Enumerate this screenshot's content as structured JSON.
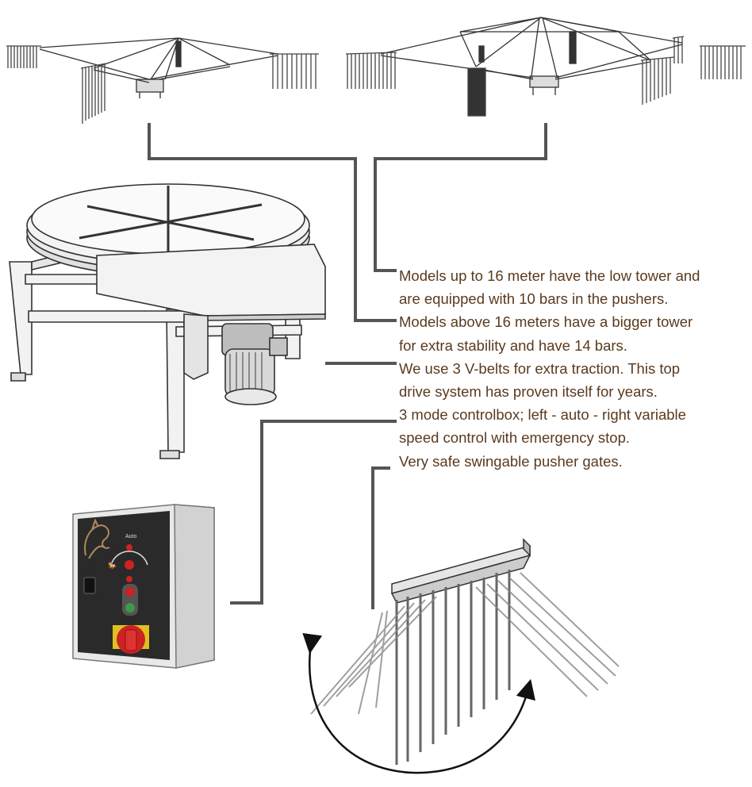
{
  "description_lines": [
    "Models up to 16 meter have the low tower and",
    "are equipped with 10 bars in the pushers.",
    "Models above 16 meters have a bigger tower",
    "for extra stability and have 14 bars.",
    "We use 3 V-belts for extra traction. This top",
    "drive system has proven itself for years.",
    "3 mode controlbox; left - auto - right variable",
    "speed control with emergency stop.",
    "Very safe swingable pusher gates."
  ],
  "control_box": {
    "brand_label": "Auto"
  },
  "colors": {
    "text": "#5a3a1e",
    "connector": "#555555",
    "panel": "#2a2a2a",
    "stop_red": "#cc2222",
    "start_green": "#3a9a4a"
  }
}
